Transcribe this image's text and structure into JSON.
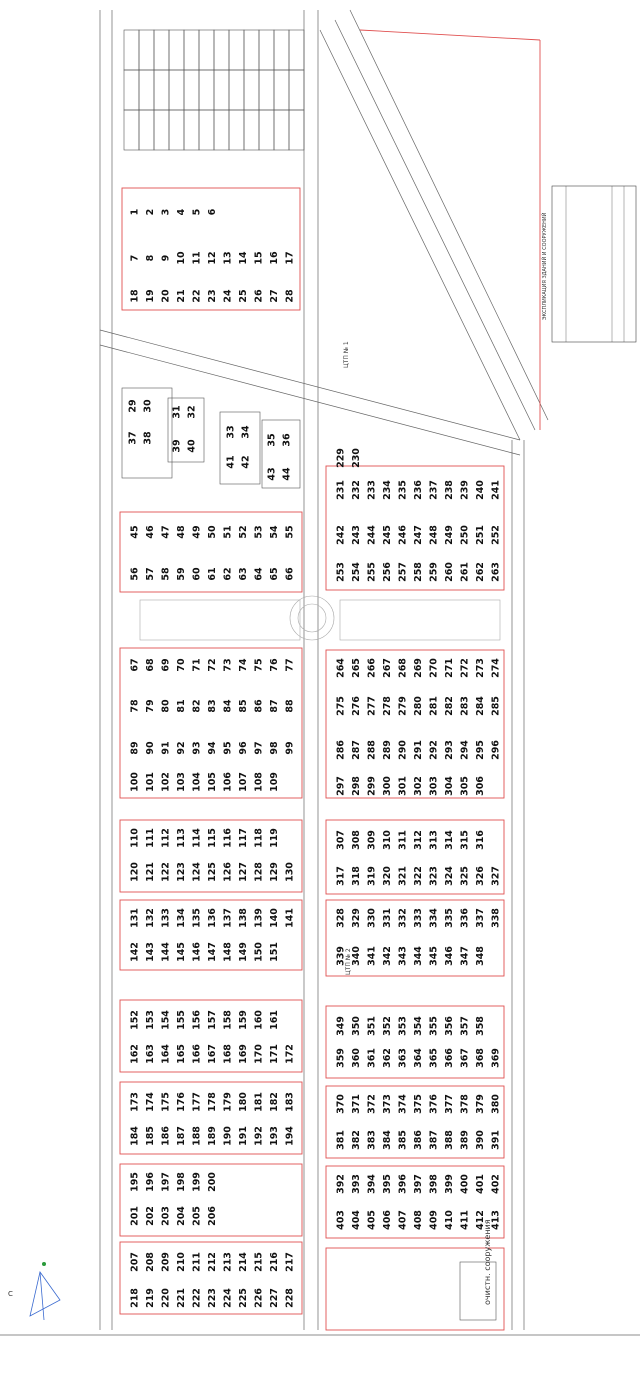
{
  "lot_labels": [
    "1",
    "2",
    "3",
    "4",
    "5",
    "6",
    "7",
    "8",
    "9",
    "10",
    "11",
    "12",
    "13",
    "14",
    "15",
    "16",
    "17",
    "18",
    "19",
    "20",
    "21",
    "22",
    "23",
    "24",
    "25",
    "26",
    "27",
    "28",
    "29",
    "30",
    "31",
    "32",
    "33",
    "34",
    "35",
    "36",
    "37",
    "38",
    "39",
    "40",
    "41",
    "42",
    "43",
    "44",
    "45",
    "46",
    "47",
    "48",
    "49",
    "50",
    "51",
    "52",
    "53",
    "54",
    "55",
    "56",
    "57",
    "58",
    "59",
    "60",
    "61",
    "62",
    "63",
    "64",
    "65",
    "66",
    "67",
    "68",
    "69",
    "70",
    "71",
    "72",
    "73",
    "74",
    "75",
    "76",
    "77",
    "78",
    "79",
    "80",
    "81",
    "82",
    "83",
    "84",
    "85",
    "86",
    "87",
    "88",
    "89",
    "90",
    "91",
    "92",
    "93",
    "94",
    "95",
    "96",
    "97",
    "98",
    "99",
    "100",
    "101",
    "102",
    "103",
    "104",
    "105",
    "106",
    "107",
    "108",
    "109",
    "110",
    "111",
    "112",
    "113",
    "114",
    "115",
    "116",
    "117",
    "118",
    "119",
    "120",
    "121",
    "122",
    "123",
    "124",
    "125",
    "126",
    "127",
    "128",
    "129",
    "130",
    "131",
    "132",
    "133",
    "134",
    "135",
    "136",
    "137",
    "138",
    "139",
    "140",
    "141",
    "142",
    "143",
    "144",
    "145",
    "146",
    "147",
    "148",
    "149",
    "150",
    "151",
    "152",
    "153",
    "154",
    "155",
    "156",
    "157",
    "158",
    "159",
    "160",
    "161",
    "162",
    "163",
    "164",
    "165",
    "166",
    "167",
    "168",
    "169",
    "170",
    "171",
    "172",
    "173",
    "174",
    "175",
    "176",
    "177",
    "178",
    "179",
    "180",
    "181",
    "182",
    "183",
    "184",
    "185",
    "186",
    "187",
    "188",
    "189",
    "190",
    "191",
    "192",
    "193",
    "194",
    "195",
    "196",
    "197",
    "198",
    "199",
    "200",
    "201",
    "202",
    "203",
    "204",
    "205",
    "206",
    "207",
    "208",
    "209",
    "210",
    "211",
    "212",
    "213",
    "214",
    "215",
    "216",
    "217",
    "218",
    "219",
    "220",
    "221",
    "222",
    "223",
    "224",
    "225",
    "226",
    "227",
    "228",
    "229",
    "230",
    "231",
    "232",
    "233",
    "234",
    "235",
    "236",
    "237",
    "238",
    "239",
    "240",
    "241",
    "242",
    "243",
    "244",
    "245",
    "246",
    "247",
    "248",
    "249",
    "250",
    "251",
    "252",
    "253",
    "254",
    "255",
    "256",
    "257",
    "258",
    "259",
    "260",
    "261",
    "262",
    "263",
    "264",
    "265",
    "266",
    "267",
    "268",
    "269",
    "270",
    "271",
    "272",
    "273",
    "274",
    "275",
    "276",
    "277",
    "278",
    "279",
    "280",
    "281",
    "282",
    "283",
    "284",
    "285",
    "286",
    "287",
    "288",
    "289",
    "290",
    "291",
    "292",
    "293",
    "294",
    "295",
    "296",
    "297",
    "298",
    "299",
    "300",
    "301",
    "302",
    "303",
    "304",
    "305",
    "306",
    "307",
    "308",
    "309",
    "310",
    "311",
    "312",
    "313",
    "314",
    "315",
    "316",
    "317",
    "318",
    "319",
    "320",
    "321",
    "322",
    "323",
    "324",
    "325",
    "326",
    "327",
    "328",
    "329",
    "330",
    "331",
    "332",
    "333",
    "334",
    "335",
    "336",
    "337",
    "338",
    "339",
    "340",
    "341",
    "342",
    "343",
    "344",
    "345",
    "346",
    "347",
    "348",
    "349",
    "350",
    "351",
    "352",
    "353",
    "354",
    "355",
    "356",
    "357",
    "358",
    "359",
    "360",
    "361",
    "362",
    "363",
    "364",
    "365",
    "366",
    "367",
    "368",
    "369",
    "370",
    "371",
    "372",
    "373",
    "374",
    "375",
    "376",
    "377",
    "378",
    "379",
    "380",
    "381",
    "382",
    "383",
    "384",
    "385",
    "386",
    "387",
    "388",
    "389",
    "390",
    "391",
    "392",
    "393",
    "394",
    "395",
    "396",
    "397",
    "398",
    "399",
    "400",
    "401",
    "402",
    "403",
    "404",
    "405",
    "406",
    "407",
    "408",
    "409",
    "410",
    "411",
    "412",
    "413"
  ],
  "annotations": {
    "ctp1": "ЦТП № 1",
    "ctp2": "ЦТП № 2",
    "cleaning": "очистн. сооружения",
    "legend_title": "ЭКСПЛИКАЦИЯ ЗДАНИЙ И СООРУЖЕНИЙ",
    "north": "С"
  },
  "colors": {
    "parcel_line": "#555555",
    "boundary_red": "#e05050",
    "road_line": "#666666",
    "text": "#111111",
    "background": "#ffffff"
  }
}
